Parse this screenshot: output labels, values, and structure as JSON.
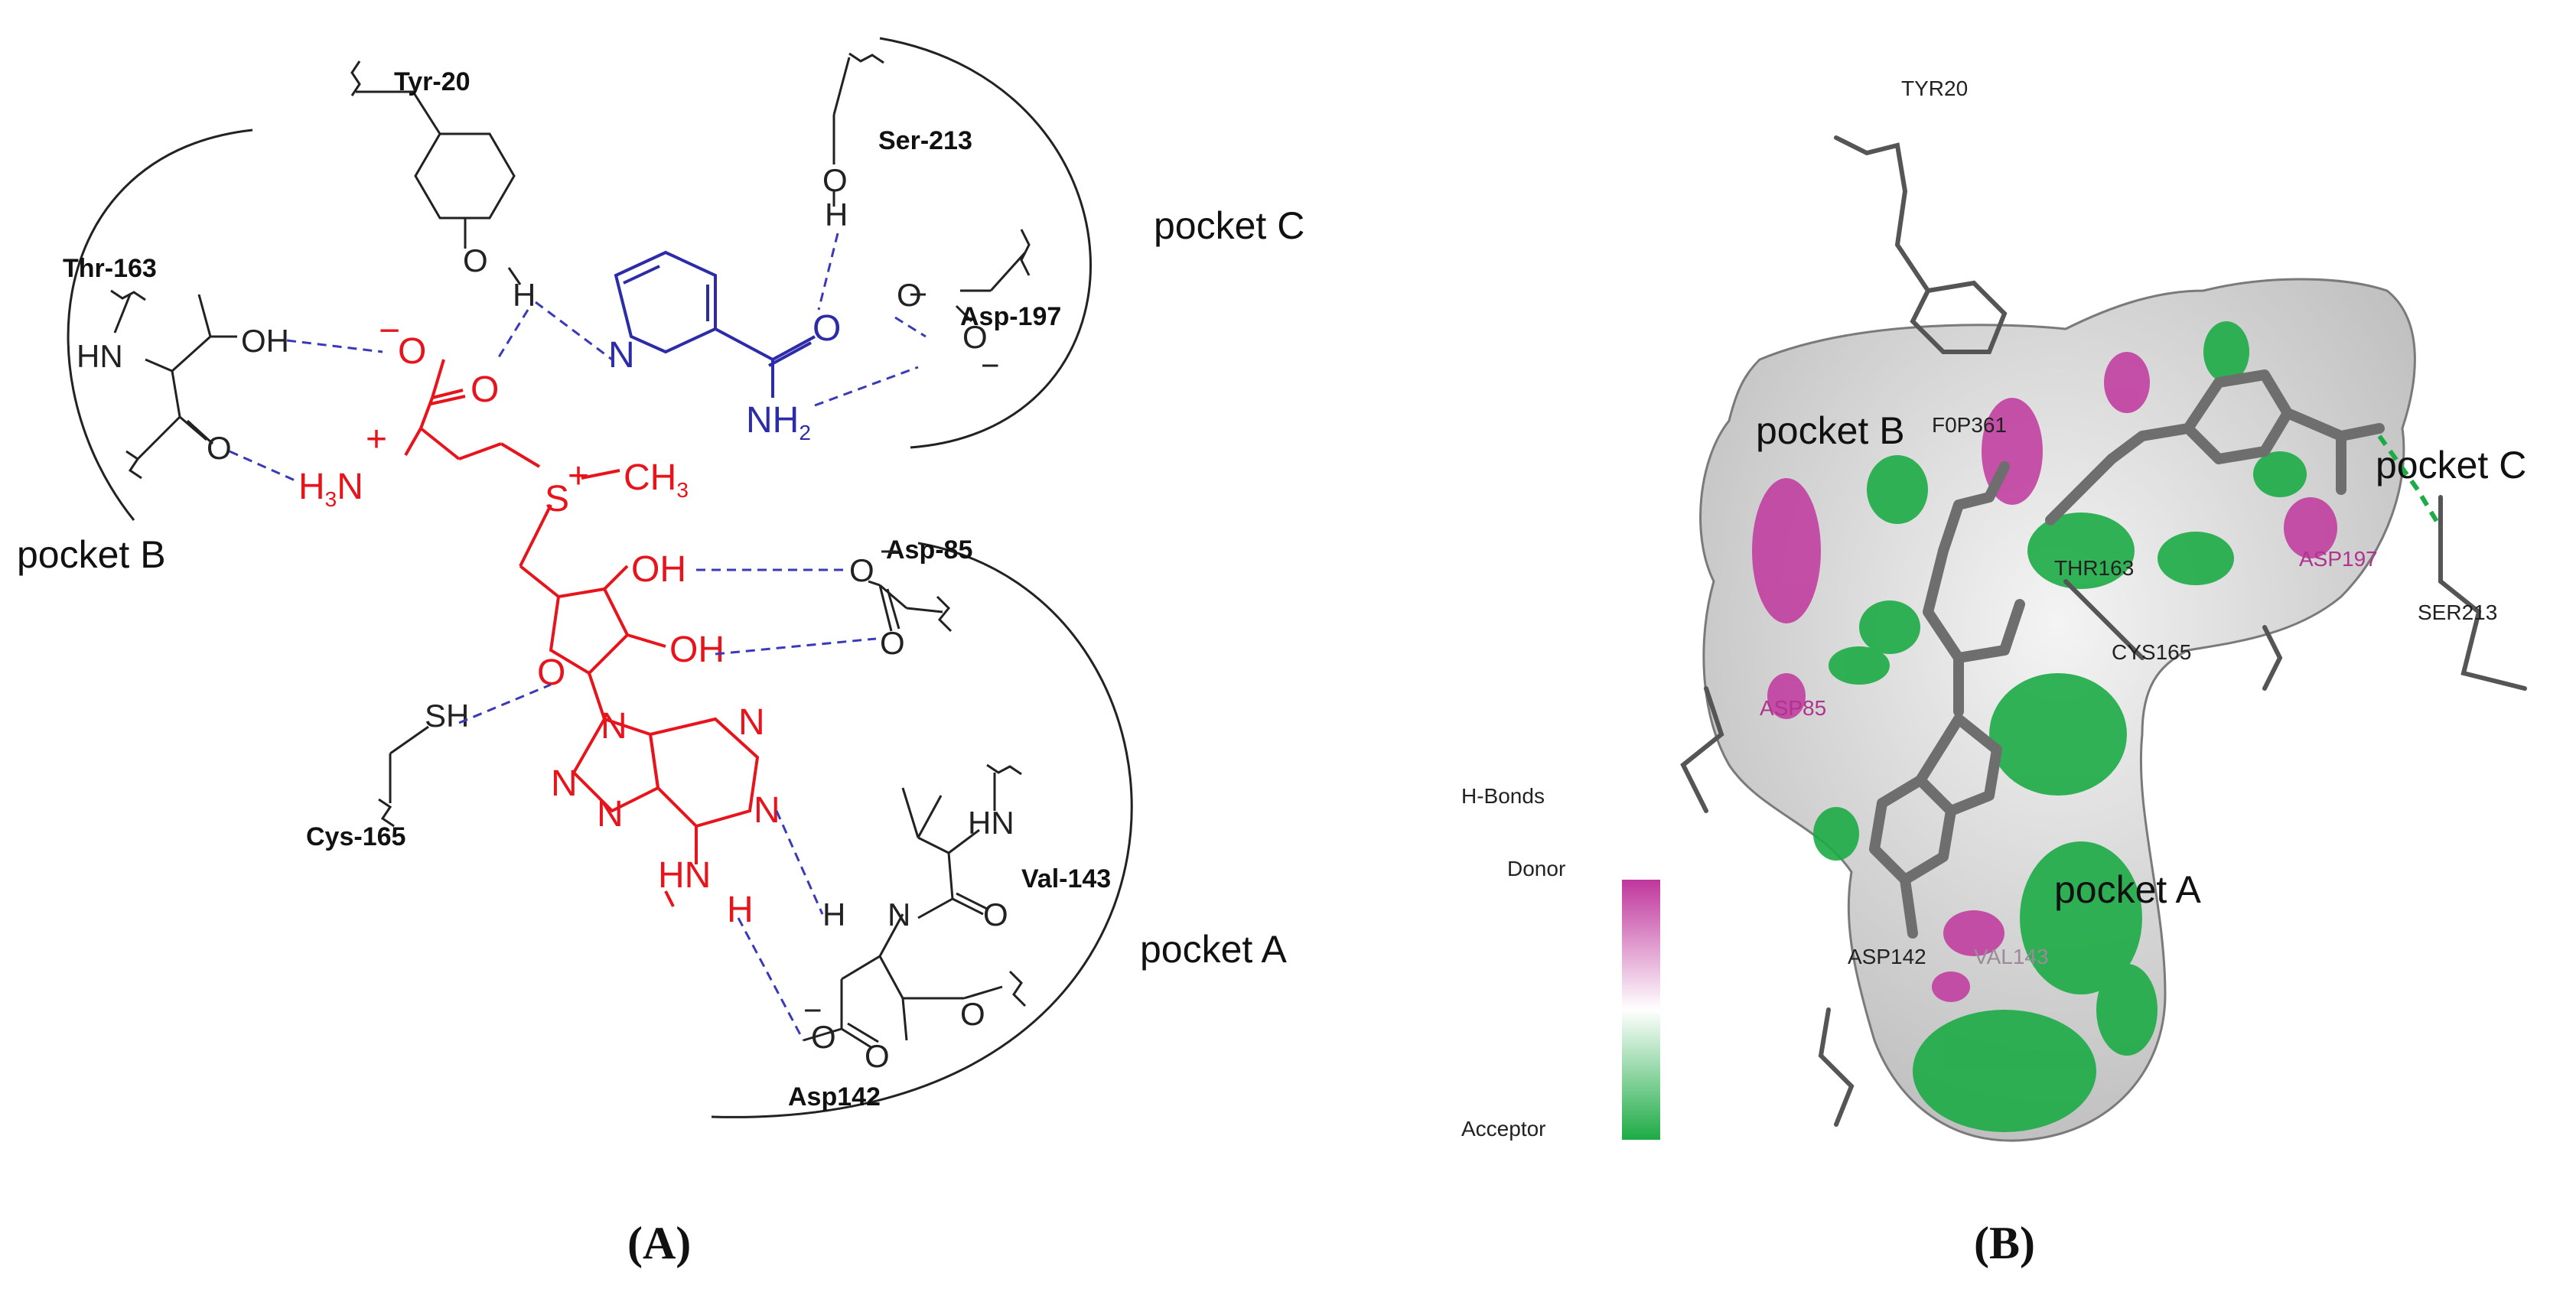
{
  "panel_a": {
    "label": "(A)",
    "pockets": {
      "a": "pocket A",
      "b": "pocket B",
      "c": "pocket C"
    },
    "residues": {
      "tyr20": "Tyr-20",
      "ser213": "Ser-213",
      "thr163": "Thr-163",
      "asp197": "Asp-197",
      "asp85": "Asp-85",
      "cys165": "Cys-165",
      "val143": "Val-143",
      "asp142": "Asp142"
    },
    "atoms": {
      "o": "O",
      "oh": "OH",
      "h": "H",
      "hn": "HN",
      "sh": "SH",
      "nh2": "NH",
      "n": "N",
      "s": "S",
      "ch3": "CH",
      "h3n": "H",
      "plus": "+",
      "minus": "−",
      "two": "2",
      "three": "3",
      "hn_r": "HN"
    },
    "colors": {
      "ligand": "#e8141b",
      "nicotinamide": "#2c2ca8",
      "hbond": "#3a3ab8",
      "protein": "#222222"
    }
  },
  "panel_b": {
    "label": "(B)",
    "pockets": {
      "a": "pocket A",
      "b": "pocket B",
      "c": "pocket C"
    },
    "residues": {
      "tyr20": "TYR20",
      "f0p": "F0P361",
      "thr163": "THR163",
      "asp197": "ASP197",
      "ser213": "SER213",
      "cys165": "CYS165",
      "asp85": "ASP85",
      "asp142": "ASP142",
      "val143": "VAL143"
    },
    "legend": {
      "title": "H-Bonds",
      "donor": "Donor",
      "acceptor": "Acceptor"
    },
    "colors": {
      "donor": "#c0369c",
      "neutral": "#ffffff",
      "acceptor": "#1dab45",
      "surface": "#d9d9d9"
    }
  }
}
